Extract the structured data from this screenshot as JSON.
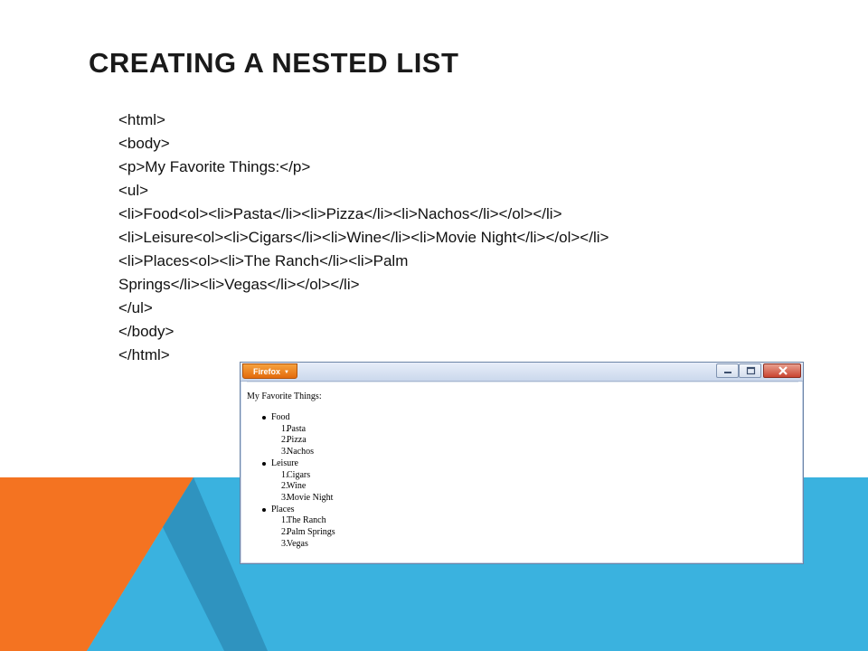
{
  "slide": {
    "title": "CREATING A NESTED LIST",
    "code_lines": [
      "<html>",
      "<body>",
      "<p>My Favorite Things:</p>",
      "<ul>",
      "<li>Food<ol><li>Pasta</li><li>Pizza</li><li>Nachos</li></ol></li>",
      "<li>Leisure<ol><li>Cigars</li><li>Wine</li><li>Movie Night</li></ol></li>",
      "<li>Places<ol><li>The Ranch</li><li>Palm",
      "Springs</li><li>Vegas</li></ol></li>",
      "</ul>",
      "</body>",
      "</html>"
    ],
    "colors": {
      "orange": "#f47321",
      "blue": "#3ab2df",
      "dark_blue": "#2f93bf"
    }
  },
  "browser": {
    "menu_button_label": "Firefox",
    "menu_caret_icon": "chevron-down-icon",
    "window_buttons": [
      "minimize-icon",
      "maximize-icon",
      "close-icon"
    ],
    "page": {
      "paragraph": "My Favorite Things:",
      "list": [
        {
          "label": "Food",
          "items": [
            {
              "num": "1.",
              "text": "Pasta"
            },
            {
              "num": "2.",
              "text": "Pizza"
            },
            {
              "num": "3.",
              "text": "Nachos"
            }
          ]
        },
        {
          "label": "Leisure",
          "items": [
            {
              "num": "1.",
              "text": "Cigars"
            },
            {
              "num": "2.",
              "text": "Wine"
            },
            {
              "num": "3.",
              "text": "Movie Night"
            }
          ]
        },
        {
          "label": "Places",
          "items": [
            {
              "num": "1.",
              "text": "The Ranch"
            },
            {
              "num": "2.",
              "text": "Palm Springs"
            },
            {
              "num": "3.",
              "text": "Vegas"
            }
          ]
        }
      ]
    }
  }
}
